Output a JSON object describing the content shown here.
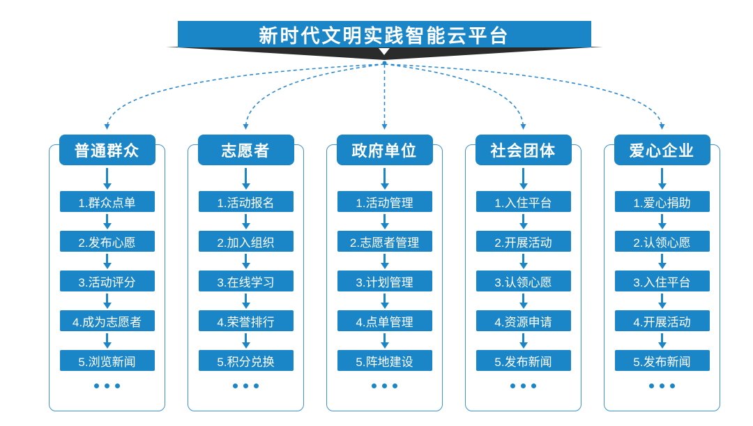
{
  "title": "新时代文明实践智能云平台",
  "more_indicator": "...",
  "colors": {
    "accent": "#1b86c7",
    "panel_border": "#3b93d1",
    "ribbon_dark": "#2b2b2b",
    "connector": "#2b8ad0",
    "background": "#ffffff"
  },
  "columns": [
    {
      "header": "普通群众",
      "items": [
        "1.群众点单",
        "2.发布心愿",
        "3.活动评分",
        "4.成为志愿者",
        "5.浏览新闻"
      ]
    },
    {
      "header": "志愿者",
      "items": [
        "1.活动报名",
        "2.加入组织",
        "3.在线学习",
        "4.荣誉排行",
        "5.积分兑换"
      ]
    },
    {
      "header": "政府单位",
      "items": [
        "1.活动管理",
        "2.志愿者管理",
        "3.计划管理",
        "4.点单管理",
        "5.阵地建设"
      ]
    },
    {
      "header": "社会团体",
      "items": [
        "1.入住平台",
        "2.开展活动",
        "3.认领心愿",
        "4.资源申请",
        "5.发布新闻"
      ]
    },
    {
      "header": "爱心企业",
      "items": [
        "1.爱心捐助",
        "2.认领心愿",
        "3.入住平台",
        "4.开展活动",
        "5.发布新闻"
      ]
    }
  ]
}
